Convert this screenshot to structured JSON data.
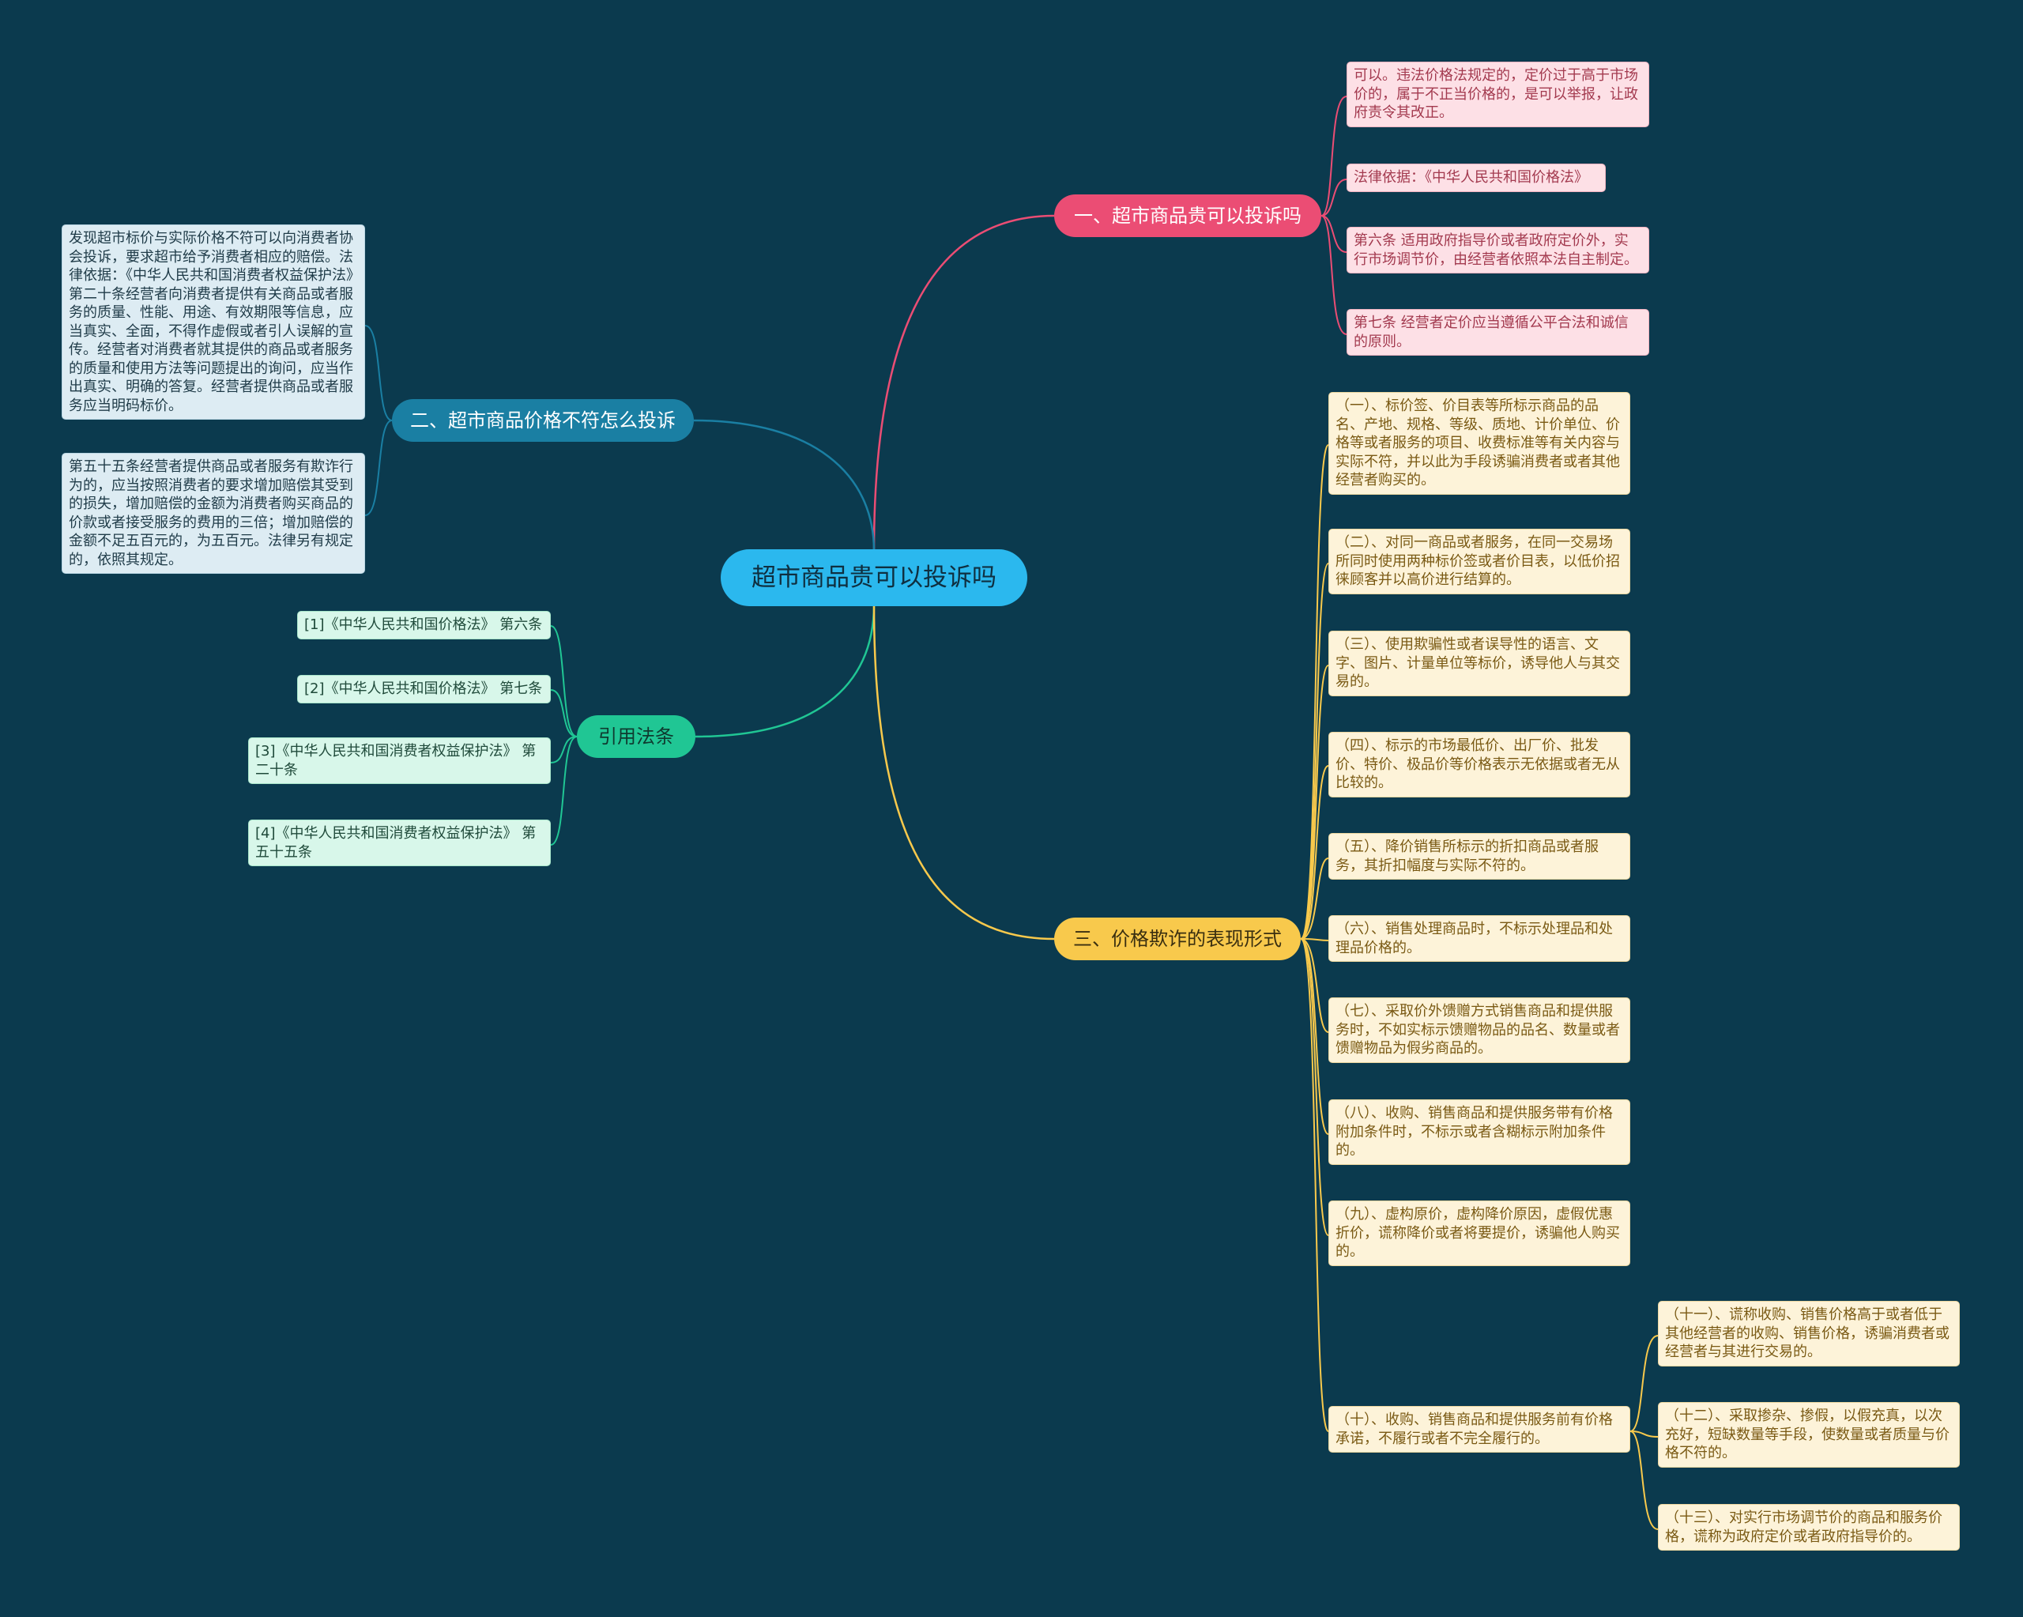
{
  "title": "超市商品贵可以投诉吗",
  "colors": {
    "background": "#0b3a4e",
    "central": "#2bb8ee",
    "branch1": "#eb4d74",
    "branch2": "#1a7fa3",
    "branch3": "#20c694",
    "branch4": "#f8c94c"
  },
  "branches": {
    "b1": {
      "label": "一、超市商品贵可以投诉吗",
      "items": [
        "可以。违法价格法规定的，定价过于高于市场价的，属于不正当价格的，是可以举报，让政府责令其改正。",
        "法律依据：《中华人民共和国价格法》",
        "第六条 适用政府指导价或者政府定价外，实行市场调节价，由经营者依照本法自主制定。",
        "第七条 经营者定价应当遵循公平合法和诚信的原则。"
      ]
    },
    "b2": {
      "label": "二、超市商品价格不符怎么投诉",
      "items": [
        "发现超市标价与实际价格不符可以向消费者协会投诉，要求超市给予消费者相应的赔偿。法律依据：《中华人民共和国消费者权益保护法》第二十条经营者向消费者提供有关商品或者服务的质量、性能、用途、有效期限等信息，应当真实、全面，不得作虚假或者引人误解的宣传。经营者对消费者就其提供的商品或者服务的质量和使用方法等问题提出的询问，应当作出真实、明确的答复。经营者提供商品或者服务应当明码标价。",
        "第五十五条经营者提供商品或者服务有欺诈行为的，应当按照消费者的要求增加赔偿其受到的损失，增加赔偿的金额为消费者购买商品的价款或者接受服务的费用的三倍；增加赔偿的金额不足五百元的，为五百元。法律另有规定的，依照其规定。"
      ]
    },
    "b3": {
      "label": "引用法条",
      "items": [
        "[1]《中华人民共和国价格法》 第六条",
        "[2]《中华人民共和国价格法》 第七条",
        "[3]《中华人民共和国消费者权益保护法》 第二十条",
        "[4]《中华人民共和国消费者权益保护法》 第五十五条"
      ]
    },
    "b4": {
      "label": "三、价格欺诈的表现形式",
      "items": [
        "（一）、标价签、价目表等所标示商品的品名、产地、规格、等级、质地、计价单位、价格等或者服务的项目、收费标准等有关内容与实际不符，并以此为手段诱骗消费者或者其他经营者购买的。",
        "（二）、对同一商品或者服务，在同一交易场所同时使用两种标价签或者价目表，以低价招徕顾客并以高价进行结算的。",
        "（三）、使用欺骗性或者误导性的语言、文字、图片、计量单位等标价，诱导他人与其交易的。",
        "（四）、标示的市场最低价、出厂价、批发价、特价、极品价等价格表示无依据或者无从比较的。",
        "（五）、降价销售所标示的折扣商品或者服务，其折扣幅度与实际不符的。",
        "（六）、销售处理商品时，不标示处理品和处理品价格的。",
        "（七）、采取价外馈赠方式销售商品和提供服务时，不如实标示馈赠物品的品名、数量或者馈赠物品为假劣商品的。",
        "（八）、收购、销售商品和提供服务带有价格附加条件时，不标示或者含糊标示附加条件的。",
        "（九）、虚构原价，虚构降价原因，虚假优惠折价，谎称降价或者将要提价，诱骗他人购买的。",
        "（十）、收购、销售商品和提供服务前有价格承诺，不履行或者不完全履行的。"
      ],
      "subitems": [
        "（十一）、谎称收购、销售价格高于或者低于其他经营者的收购、销售价格，诱骗消费者或经营者与其进行交易的。",
        "（十二）、采取掺杂、掺假，以假充真，以次充好，短缺数量等手段，使数量或者质量与价格不符的。",
        "（十三）、对实行市场调节价的商品和服务价格，谎称为政府定价或者政府指导价的。"
      ]
    }
  }
}
